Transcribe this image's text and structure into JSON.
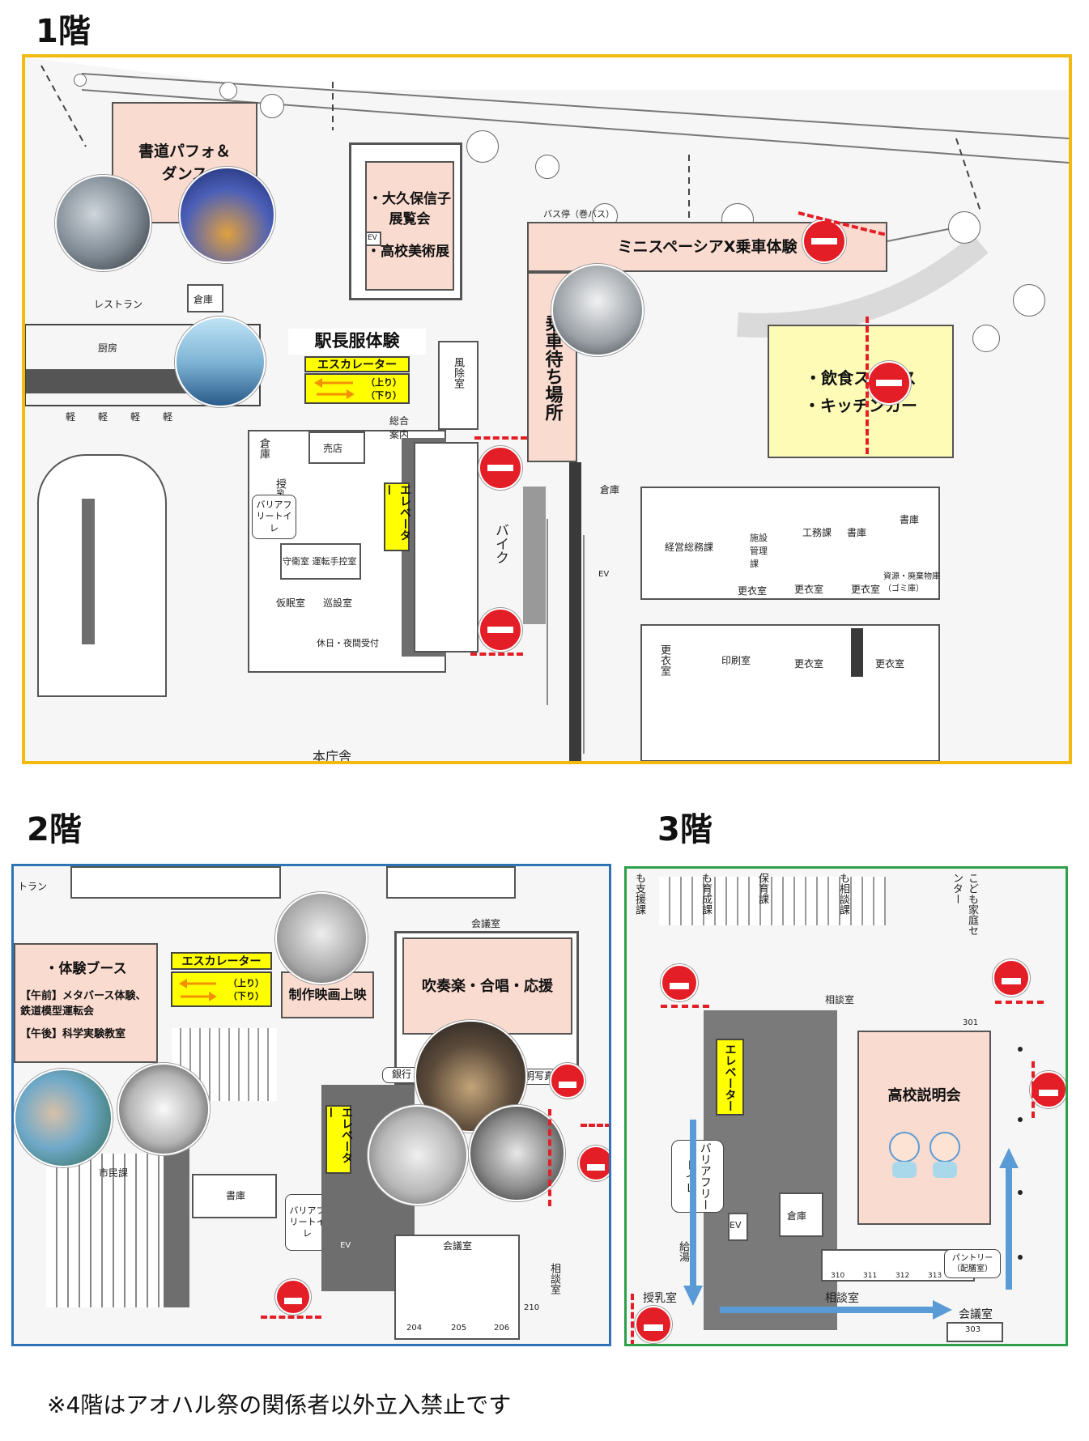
{
  "floors": {
    "f1": {
      "title": "1階",
      "frame_color": "#f2b90f",
      "events": {
        "shodo": "書道パフォ＆ダンス",
        "okubo": "・大久保信子展覧会",
        "bijutsu": "・高校美術展",
        "spacia": "ミニスペーシアX乗車体験",
        "jousha": "乗車待ち場所",
        "ekichou": "駅長服体験",
        "inshoku": "・飲食スペース",
        "kitchen": "・キッチンカー"
      },
      "escalator": {
        "title": "エスカレーター",
        "up": "（上り）",
        "down": "（下り）"
      },
      "elevator": "エレベーター",
      "rooms": {
        "restaurant": "レストラン",
        "souko": "倉庫",
        "chubou": "厨房",
        "busstop": "バス停（巻バス）",
        "fujoshitsu": "風除室",
        "sougou": "総合案内",
        "baiten": "売店",
        "junyu": "授乳室",
        "barrierfree": "バリアフリートイレ",
        "shueishitsu": "守衛室 運転手控室",
        "kamin": "仮眠室",
        "kansetsu": "巡設室",
        "kyujitsu": "休日・夜間受付",
        "bike": "バイク",
        "keiei": "経営総務課",
        "shisetsu": "施設管理課",
        "koumu": "工務課",
        "shoko": "書庫",
        "koui": "更衣室",
        "shigen": "資源・廃棄物庫（ゴミ庫）",
        "insatsu": "印刷室",
        "honchousha": "本庁舎",
        "kei": "軽",
        "ev": "EV"
      }
    },
    "f2": {
      "title": "2階",
      "frame_color": "#2f72b5",
      "events": {
        "taiken": "・体験ブース",
        "gozen_label": "【午前】",
        "gozen": "メタバース体験、鉄道模型運転会",
        "gogo_label": "【午後】",
        "gogo": "科学実験教室",
        "eiga": "制作映画上映",
        "suisougaku": "吹奏楽・合唱・応援"
      },
      "escalator": {
        "title": "エスカレーター",
        "up": "（上り）",
        "down": "（下り）"
      },
      "elevator": "エレベーター",
      "rooms": {
        "restaurant_cut": "トラン",
        "kaigishitsu": "会議室",
        "ginkou": "銀行",
        "shoumei": "証明写真",
        "shimin": "市民課",
        "shoko": "書庫",
        "barrierfree": "バリアフリートイレ",
        "soudan": "相談室",
        "r204": "204",
        "r205": "205",
        "r206": "206",
        "r210": "210",
        "ev": "EV"
      }
    },
    "f3": {
      "title": "3階",
      "frame_color": "#2ea04a",
      "events": {
        "setsumei": "高校説明会"
      },
      "elevator": "エレベーター",
      "rooms": {
        "shienka": "も支援課",
        "ikuseika": "も育成課",
        "hoikuka": "保育課",
        "soudanka": "も相談課",
        "kodomo": "こども家庭センター",
        "soudanshitsu": "相談室",
        "r301": "301",
        "barrierfree": "バリアフリートイレ",
        "kyuto": "給湯",
        "ev": "EV",
        "souko": "倉庫",
        "junyu": "授乳室",
        "pantry": "パントリー（配膳室）",
        "r310": "310",
        "r311": "311",
        "r312": "312",
        "r313": "313",
        "soudan2": "相談室",
        "kaigishitsu": "会議室",
        "r303": "303"
      }
    }
  },
  "footer_note": "※4階はアオハル祭の関係者以外立入禁止です",
  "icon_names": [
    "no-entry-icon",
    "escalator-arrow-icon",
    "flow-arrow-icon",
    "photo-circle"
  ],
  "colors": {
    "no_entry_red": "#e41e26",
    "event_peach": "#fadbd0",
    "highlight_yellow": "#ffff00",
    "food_yellow": "#fdfbb6",
    "flow_blue": "#5b9bd5",
    "arrow_orange": "#f39200"
  }
}
